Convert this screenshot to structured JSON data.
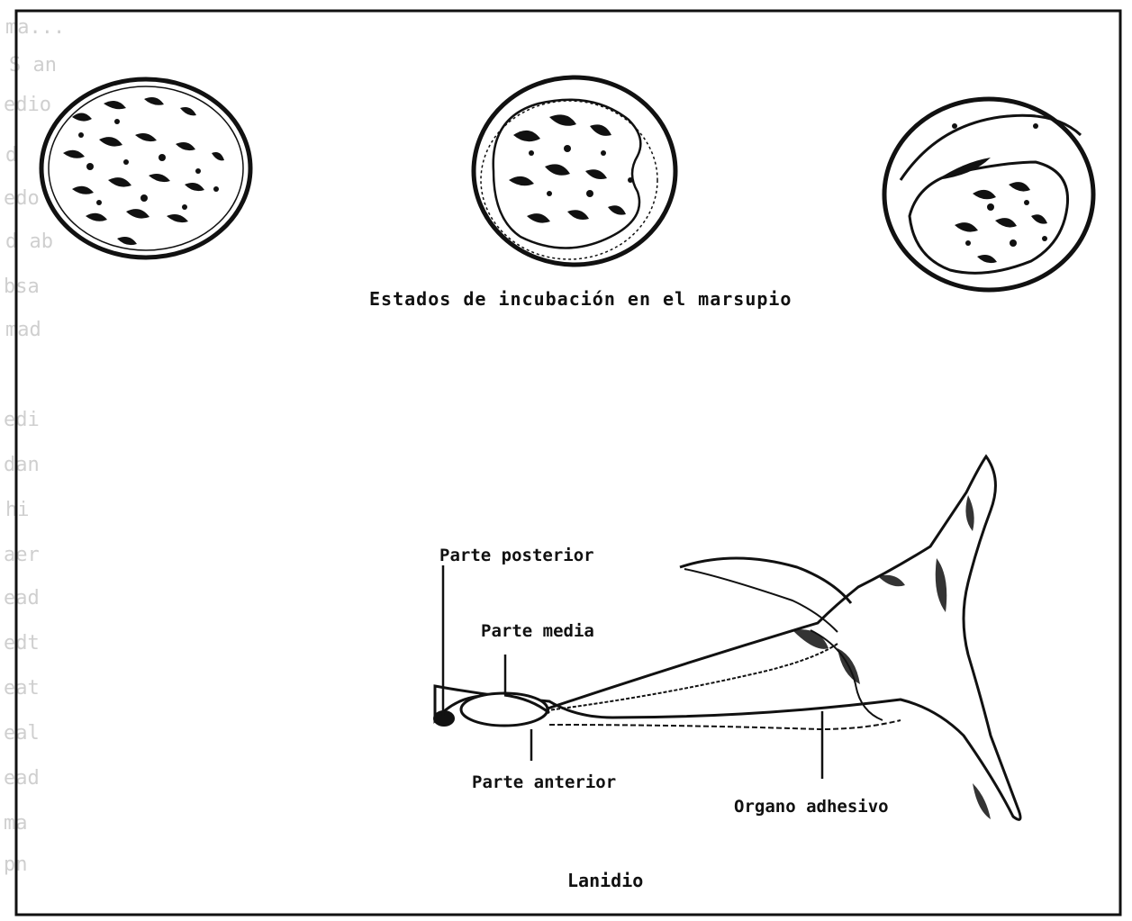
{
  "figure": {
    "top_caption": "Estados de incubación en el marsupio",
    "bottom_caption": "Lanidio",
    "labels": {
      "posterior": "Parte posterior",
      "media": "Parte media",
      "anterior": "Parte anterior",
      "organo": "Organo adhesivo"
    }
  },
  "colors": {
    "ink": "#111111",
    "paper": "#ffffff",
    "ghost_text": "#cfcfcf"
  }
}
